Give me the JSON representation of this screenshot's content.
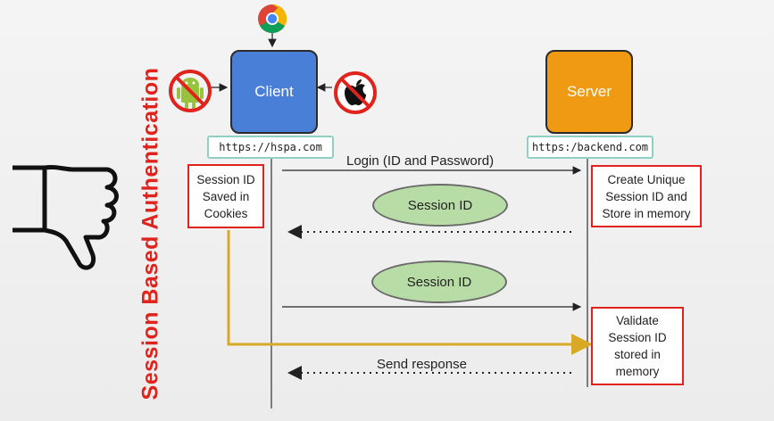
{
  "title": "Session Based Authentication",
  "client": {
    "label": "Client",
    "url": "https://hspa.com"
  },
  "server": {
    "label": "Server",
    "url": "https:/backend.com"
  },
  "notes": {
    "client_storage": "Session ID Saved in Cookies",
    "server_create": "Create Unique Session ID and Store in memory",
    "server_validate": "Validate Session ID stored in memory"
  },
  "messages": {
    "login": "Login (ID and Password)",
    "session_id_response": "Session ID",
    "session_id_request": "Session ID",
    "send_response": "Send response"
  },
  "icons": {
    "browser": "chrome-icon",
    "blocked_android": "android-icon",
    "blocked_apple": "apple-icon",
    "verdict": "thumbs-down-icon"
  },
  "colors": {
    "title": "#e0231c",
    "client": "#4a7fd8",
    "server": "#ef9a12",
    "note_border": "#e0231c",
    "oval": "#b8dca6",
    "cookie_path": "#d9a824"
  }
}
